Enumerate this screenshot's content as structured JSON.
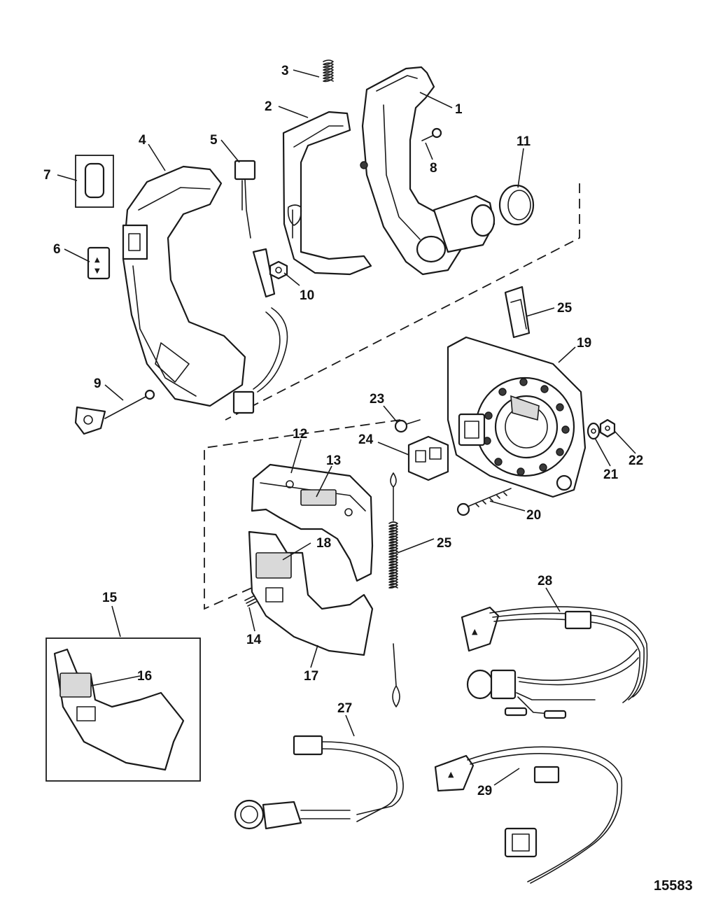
{
  "figure_number": "15583",
  "callouts": {
    "c1": "1",
    "c2": "2",
    "c3": "3",
    "c4": "4",
    "c5": "5",
    "c6": "6",
    "c7": "7",
    "c8": "8",
    "c9": "9",
    "c10": "10",
    "c11": "11",
    "c12": "12",
    "c13": "13",
    "c14": "14",
    "c15": "15",
    "c16": "16",
    "c17": "17",
    "c18": "18",
    "c19": "19",
    "c20": "20",
    "c21": "21",
    "c22": "22",
    "c23": "23",
    "c24": "24",
    "c25a": "25",
    "c25b": "25",
    "c27": "27",
    "c28": "28",
    "c29": "29"
  },
  "colors": {
    "ink": "#1a1a1a",
    "paper": "#ffffff",
    "shade": "#d9d9d9"
  }
}
